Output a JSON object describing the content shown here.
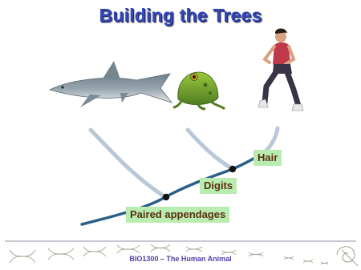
{
  "slide": {
    "title": "Building the Trees",
    "footer": "BIO1300 – The Human Animal"
  },
  "tree": {
    "taxa": [
      "shark-image",
      "frog-image",
      "running-person-image"
    ],
    "traits": [
      "Paired appendages",
      "Digits",
      "Hair"
    ]
  },
  "colors": {
    "title": "#3548b8",
    "main_branch": "#2a5f88",
    "side_branch": "#b9c8d8",
    "label_bg": "#b9ecb0",
    "label_text": "#5a2e10",
    "footer_text": "#4e3fa8"
  }
}
